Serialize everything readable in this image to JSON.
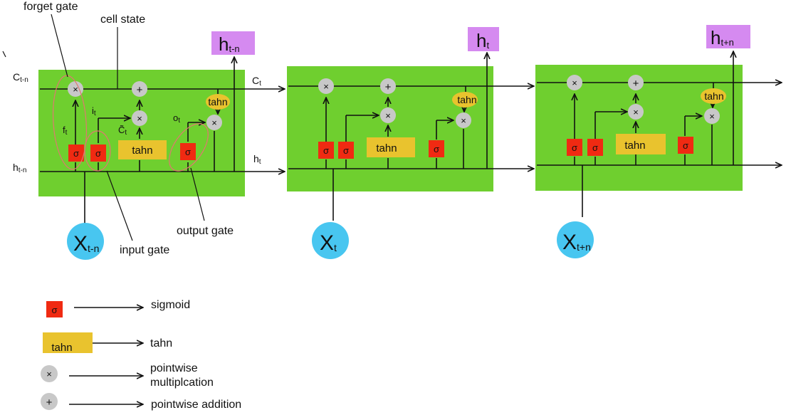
{
  "colors": {
    "cell_fill": "#6fcf2f",
    "sigmoid_fill": "#f02a12",
    "tanh_fill": "#e9c32e",
    "output_fill": "#d58af0",
    "input_fill": "#48c6f0",
    "op_fill": "#c8c8c8",
    "annotation_oval": "#e07870"
  },
  "cell": {
    "in_c": {
      "base": "C",
      "sub": "t-n"
    },
    "in_h": {
      "base": "h",
      "sub": "t-n"
    },
    "out_c": {
      "base": "C",
      "sub": "t"
    },
    "out_h": {
      "base": "h",
      "sub": "t"
    },
    "f_label": {
      "base": "f",
      "sub": "t"
    },
    "i_label": {
      "base": "i",
      "sub": "t"
    },
    "c_tilde_label": {
      "base": "C̃",
      "sub": "t"
    },
    "o_label": {
      "base": "o",
      "sub": "t"
    }
  },
  "symbols": {
    "sigma": "σ",
    "tanh": "tahn",
    "times": "×",
    "plus": "+"
  },
  "outputs": [
    {
      "base": "h",
      "sub": "t-n"
    },
    {
      "base": "h",
      "sub": "t"
    },
    {
      "base": "h",
      "sub": "t+n"
    }
  ],
  "inputs": [
    {
      "base": "X",
      "sub": "t-n"
    },
    {
      "base": "X",
      "sub": "t"
    },
    {
      "base": "X",
      "sub": "t+n"
    }
  ],
  "annotations": {
    "forget_gate": "forget gate",
    "cell_state": "cell state",
    "input_gate": "input gate",
    "output_gate": "output gate"
  },
  "legend": {
    "sigmoid": "sigmoid",
    "tanh": "tahn",
    "pointwise_mult_line1": "pointwise",
    "pointwise_mult_line2": "multiplcation",
    "pointwise_add": "pointwise addition"
  }
}
